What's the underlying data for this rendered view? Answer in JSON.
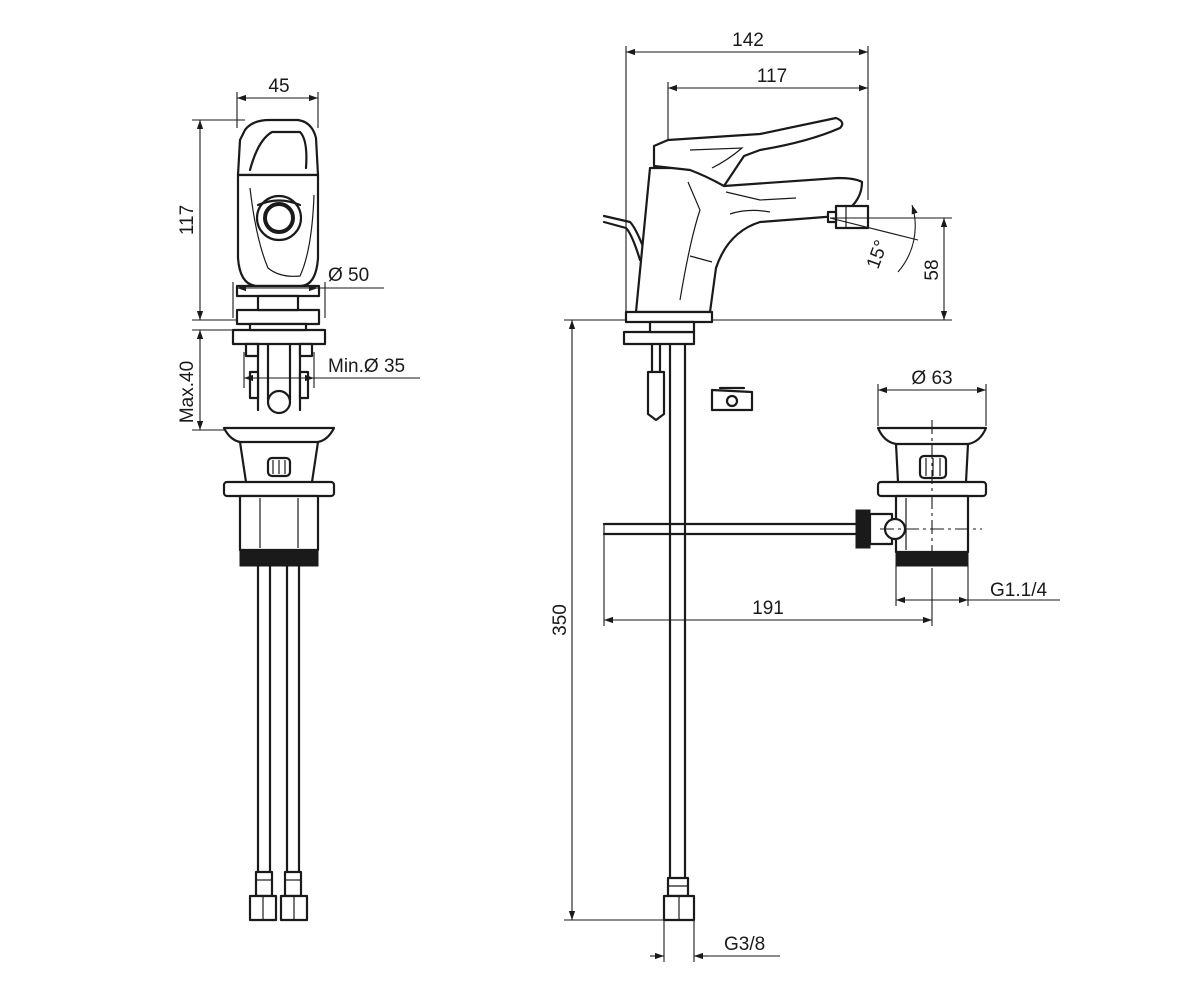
{
  "drawing": {
    "line_color": "#1a1a1a",
    "background": "#ffffff"
  },
  "front_view": {
    "width_label": "45",
    "height_label": "117",
    "base_diameter_label": "Ø 50",
    "max_deck_label": "Max.40",
    "min_hole_label": "Min.Ø 35"
  },
  "side_view": {
    "overall_length_label": "142",
    "spout_reach_label": "117",
    "nozzle_height_label": "58",
    "tilt_angle_label": "15°",
    "total_height_label": "350",
    "waste_reach_label": "191",
    "waste_thread_label": "G1.1/4",
    "inlet_thread_label": "G3/8",
    "waste_diameter_label": "Ø 63"
  }
}
